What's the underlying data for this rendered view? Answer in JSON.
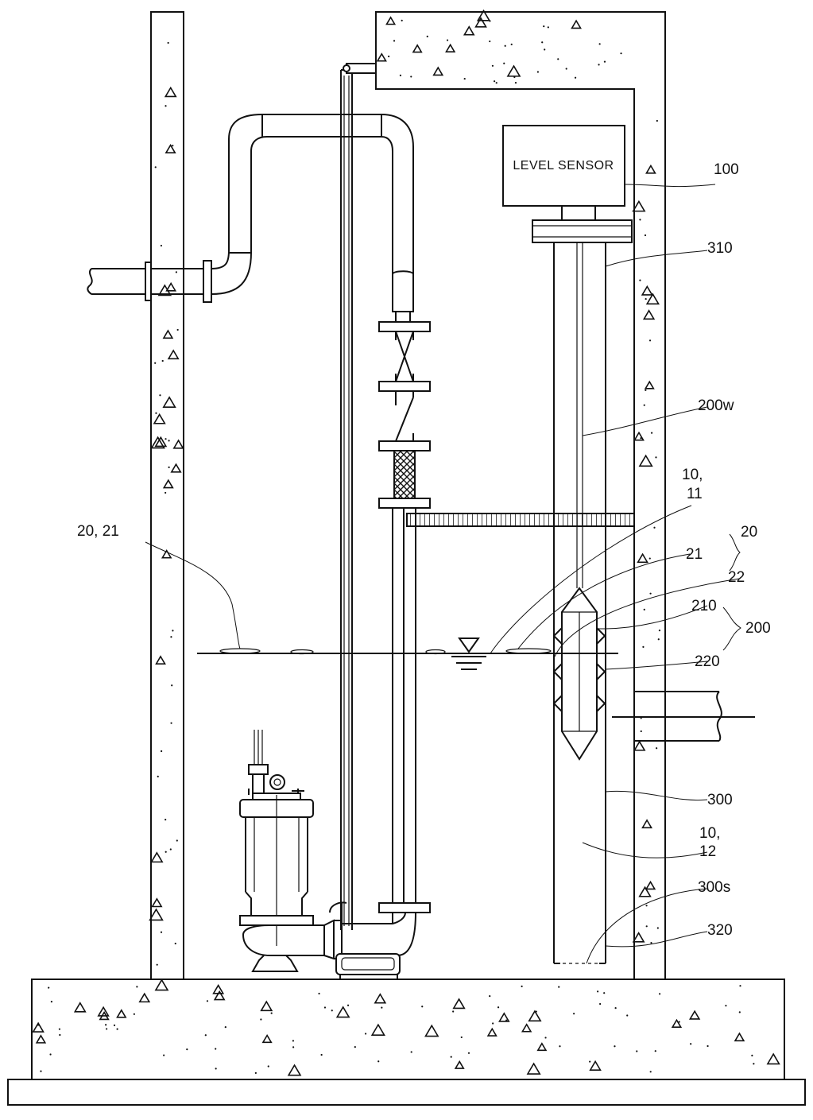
{
  "sensor": {
    "label": "LEVEL SENSOR"
  },
  "labels": {
    "l100": "100",
    "l310": "310",
    "l200w": "200w",
    "l10_11_a": "10,",
    "l10_11_b": "11",
    "l20_21": "20, 21",
    "l20": "20",
    "l21": "21",
    "l22": "22",
    "l210": "210",
    "l200": "200",
    "l220": "220",
    "l300": "300",
    "l10_12_a": "10,",
    "l10_12_b": "12",
    "l300s": "300s",
    "l320": "320"
  }
}
